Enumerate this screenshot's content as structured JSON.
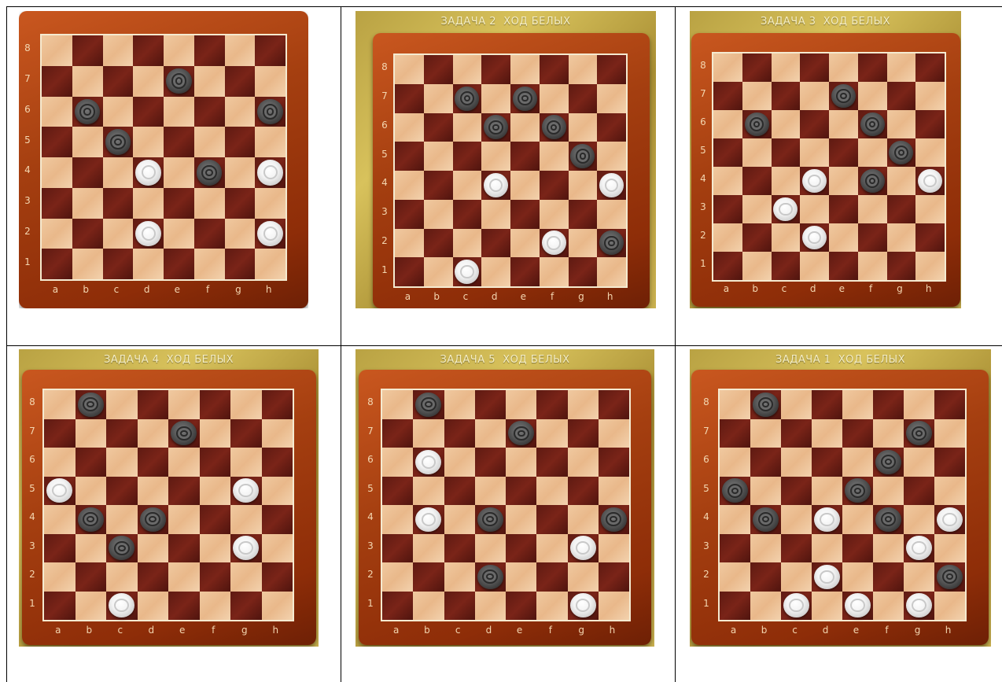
{
  "files": [
    "a",
    "b",
    "c",
    "d",
    "e",
    "f",
    "g",
    "h"
  ],
  "ranks": [
    "8",
    "7",
    "6",
    "5",
    "4",
    "3",
    "2",
    "1"
  ],
  "colors": {
    "frame": "#a53f10",
    "light_square": "#f0c9a0",
    "dark_square": "#5e1a12",
    "banner_text": "#f6efc4"
  },
  "boards": [
    {
      "id": "board-1",
      "banner": "",
      "white": [
        "d4",
        "h4",
        "d2",
        "h2"
      ],
      "black": [
        "e7",
        "b6",
        "h6",
        "c5",
        "f4"
      ]
    },
    {
      "id": "board-2",
      "banner": "ЗАДАЧА 2  ХОД БЕЛЫХ",
      "white": [
        "d4",
        "h4",
        "f2",
        "c1"
      ],
      "black": [
        "c7",
        "e7",
        "d6",
        "f6",
        "g5",
        "h2"
      ]
    },
    {
      "id": "board-3",
      "banner": "ЗАДАЧА 3  ХОД БЕЛЫХ",
      "white": [
        "d4",
        "h4",
        "c3",
        "d2"
      ],
      "black": [
        "e7",
        "b6",
        "f6",
        "g5",
        "f4"
      ]
    },
    {
      "id": "board-4",
      "banner": "ЗАДАЧА 4  ХОД БЕЛЫХ",
      "white": [
        "a5",
        "g5",
        "g3",
        "c1"
      ],
      "black": [
        "b8",
        "e7",
        "b4",
        "d4",
        "c3"
      ]
    },
    {
      "id": "board-5",
      "banner": "ЗАДАЧА 5  ХОД БЕЛЫХ",
      "white": [
        "b6",
        "b4",
        "g3",
        "g1"
      ],
      "black": [
        "b8",
        "e7",
        "d4",
        "h4",
        "d2"
      ]
    },
    {
      "id": "board-6",
      "banner": "ЗАДАЧА 1  ХОД БЕЛЫХ",
      "white": [
        "d4",
        "h4",
        "g3",
        "d2",
        "c1",
        "e1",
        "g1"
      ],
      "black": [
        "b8",
        "g7",
        "f6",
        "a5",
        "e5",
        "b4",
        "f4",
        "h2"
      ]
    }
  ]
}
